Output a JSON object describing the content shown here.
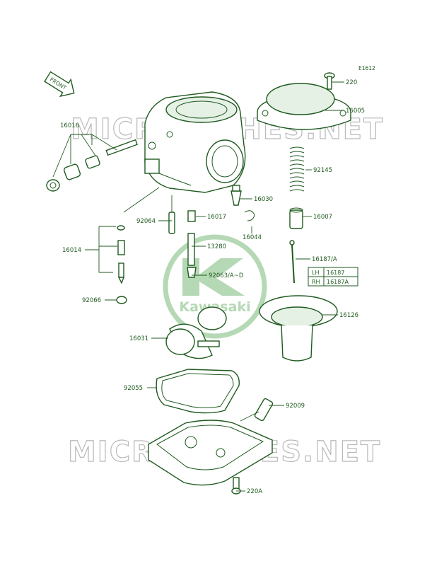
{
  "diagram_code": "E1612",
  "front_label": "FRONT",
  "watermark": "MICROFICHES.NET",
  "logo_text": "Kawasaki",
  "colors": {
    "ink": "#1f5a1f",
    "logo": "#b5d8b5",
    "watermark": "#b9b9b9"
  },
  "parts": {
    "p220": "220",
    "p16005": "16005",
    "p16016": "16016",
    "p92145": "92145",
    "p16030": "16030",
    "p92064": "92064",
    "p16017": "16017",
    "p16007": "16007",
    "p16044": "16044",
    "p16014": "16014",
    "p13280": "13280",
    "p16187A": "16187/A",
    "p92063": "92063/A~D",
    "p92066": "92066",
    "p16126": "16126",
    "p16031": "16031",
    "p92055": "92055",
    "p92009": "92009",
    "p220A": "220A"
  },
  "side_table": {
    "rows": [
      {
        "side": "LH",
        "part": "16187"
      },
      {
        "side": "RH",
        "part": "16187A"
      }
    ]
  }
}
